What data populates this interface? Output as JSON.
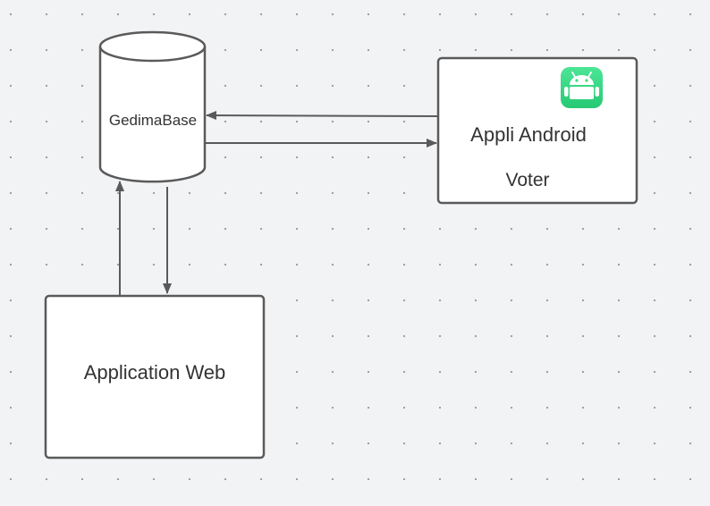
{
  "diagram": {
    "database": {
      "label": "GedimaBase"
    },
    "android_app": {
      "title": "Appli Android",
      "subtitle": "Voter",
      "icon": "android-icon"
    },
    "web_app": {
      "label": "Application Web"
    }
  },
  "colors": {
    "canvas_background": "#f2f3f5",
    "grid_dot": "#9a9ca3",
    "stroke": "#5a5a5a",
    "node_fill": "#ffffff",
    "text": "#333333",
    "android_badge": "#3ddc84"
  }
}
